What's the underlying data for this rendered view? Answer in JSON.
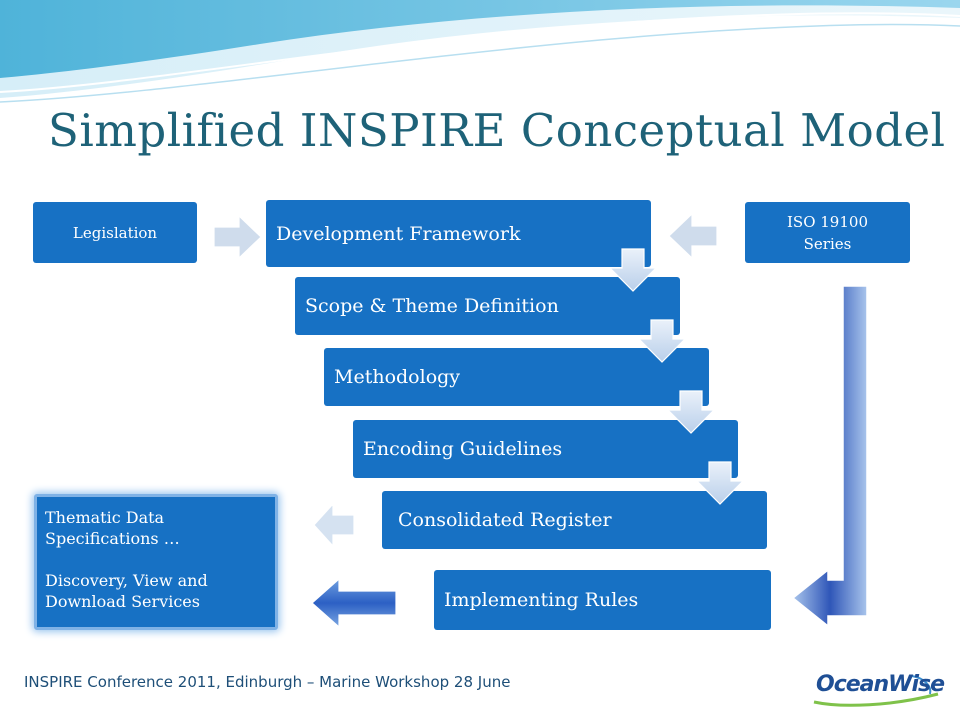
{
  "slide": {
    "title": "Simplified INSPIRE Conceptual Model",
    "footer": "INSPIRE Conference 2011, Edinburgh – Marine Workshop 28 June",
    "logo_text": "OceanWise"
  },
  "diagram": {
    "inputs": {
      "legislation": "Legislation",
      "iso_line1": "ISO 19100",
      "iso_line2": "Series"
    },
    "steps": [
      "Development Framework",
      "Scope & Theme Definition",
      "Methodology",
      "Encoding Guidelines",
      "Consolidated Register",
      "Implementing Rules"
    ],
    "outputs": {
      "line1": "Thematic Data",
      "line2": "Specifications …",
      "line3": "Discovery, View and",
      "line4": "Download Services"
    }
  },
  "colors": {
    "box_fill": "#1771c4",
    "title": "#1e6278",
    "arrow_fill": "#cdddf0"
  }
}
